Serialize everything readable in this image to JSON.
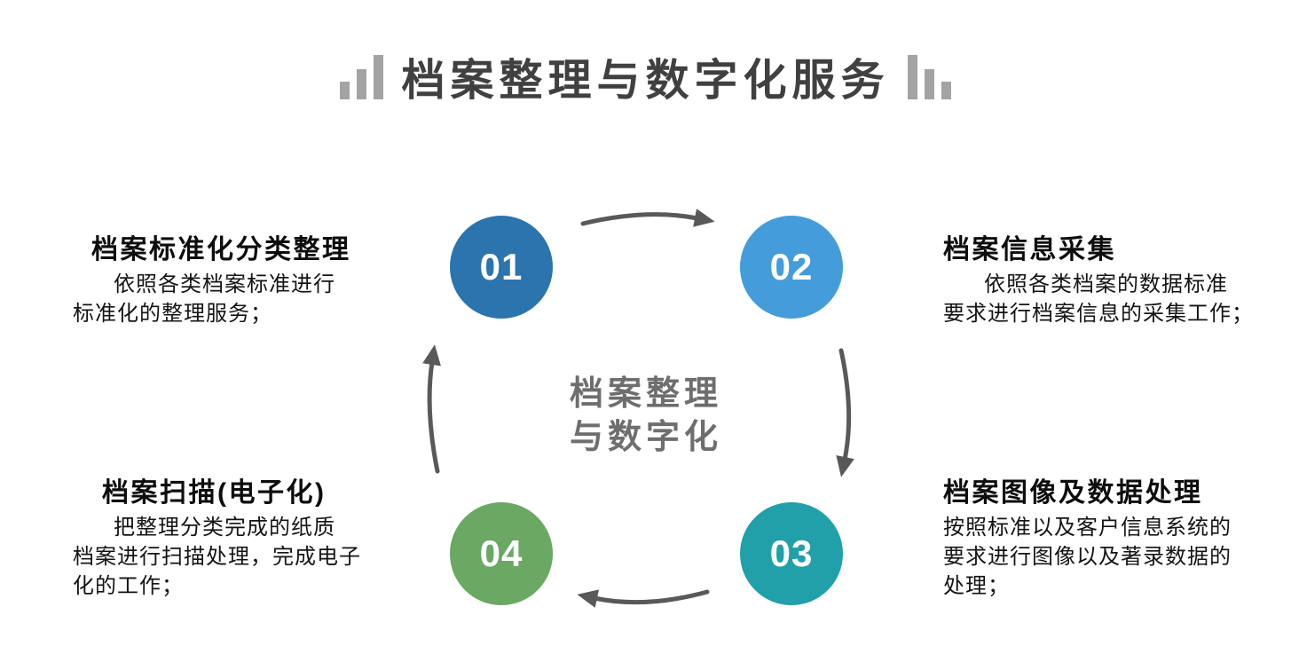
{
  "title": {
    "text": "档案整理与数字化服务"
  },
  "center_label": {
    "line1": "档案整理",
    "line2": "与数字化"
  },
  "steps": [
    {
      "number": "01",
      "color": "#2b74ae",
      "heading": "档案标准化分类整理",
      "body_lines": [
        "依照各类档案标准进行",
        "标准化的整理服务；"
      ]
    },
    {
      "number": "02",
      "color": "#459cdb",
      "heading": "档案信息采集",
      "body_lines": [
        "依照各类档案的数据标准",
        "要求进行档案信息的采集工作；"
      ]
    },
    {
      "number": "03",
      "color": "#22a0a9",
      "heading": "档案图像及数据处理",
      "body_lines": [
        "按照标准以及客户信息系统的",
        "要求进行图像以及著录数据的",
        "处理；"
      ]
    },
    {
      "number": "04",
      "color": "#6aa863",
      "heading": "档案扫描(电子化)",
      "body_lines": [
        "把整理分类完成的纸质",
        "档案进行扫描处理，完成电子",
        "化的工作；"
      ]
    }
  ],
  "colors": {
    "title": "#404040",
    "center_label": "#6e6e6e",
    "arrows": "#595959",
    "deco_bars": "#a3a3a3"
  }
}
